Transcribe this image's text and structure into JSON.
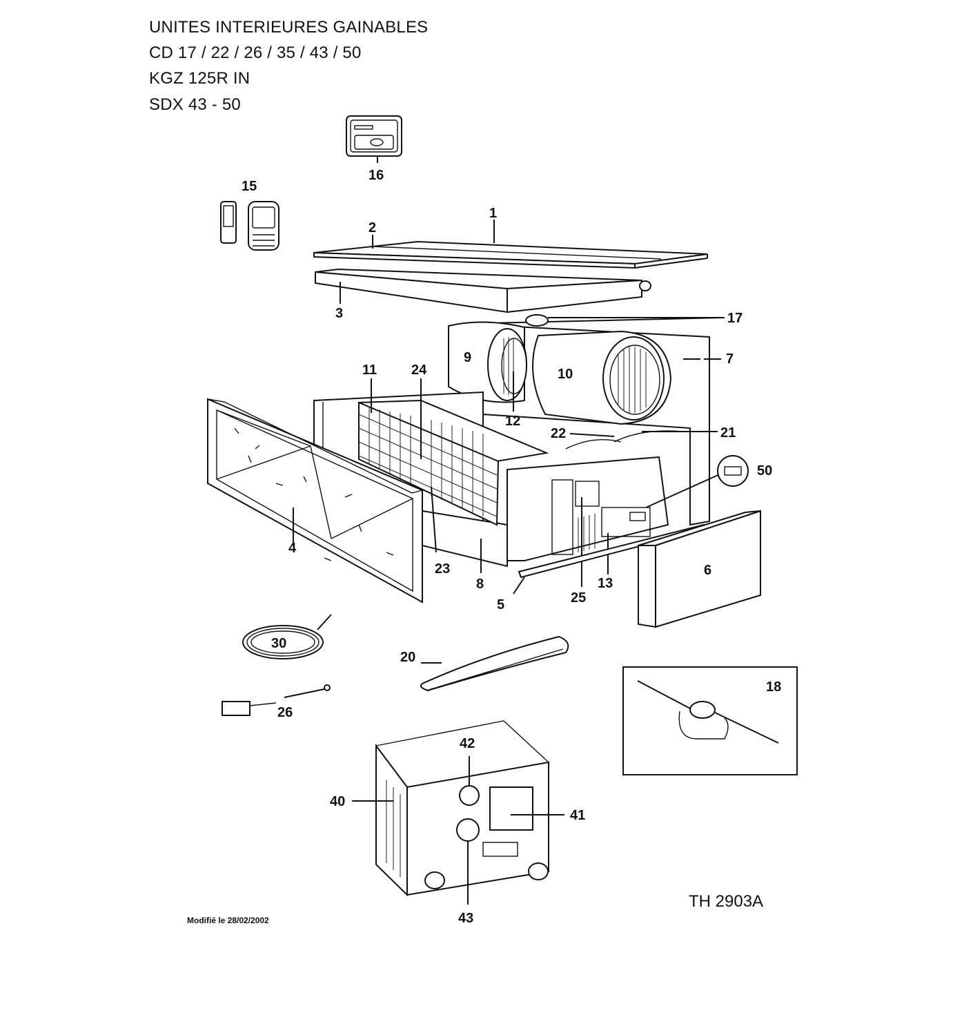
{
  "header": {
    "lines": [
      "UNITES INTERIEURES GAINABLES",
      "CD 17 / 22 / 26 / 35 / 43 / 50",
      "KGZ 125R IN",
      "SDX 43 - 50"
    ]
  },
  "footer": {
    "reference": "TH 2903A",
    "modified": "Modifié le 28/02/2002"
  },
  "callouts": {
    "c1": "1",
    "c2": "2",
    "c3": "3",
    "c4": "4",
    "c5": "5",
    "c6": "6",
    "c7": "7",
    "c8": "8",
    "c9": "9",
    "c10": "10",
    "c11": "11",
    "c12": "12",
    "c13": "13",
    "c15": "15",
    "c16": "16",
    "c17": "17",
    "c18": "18",
    "c20": "20",
    "c21": "21",
    "c22": "22",
    "c23": "23",
    "c24": "24",
    "c25": "25",
    "c26": "26",
    "c30": "30",
    "c40": "40",
    "c41": "41",
    "c42": "42",
    "c43": "43",
    "c50": "50"
  }
}
